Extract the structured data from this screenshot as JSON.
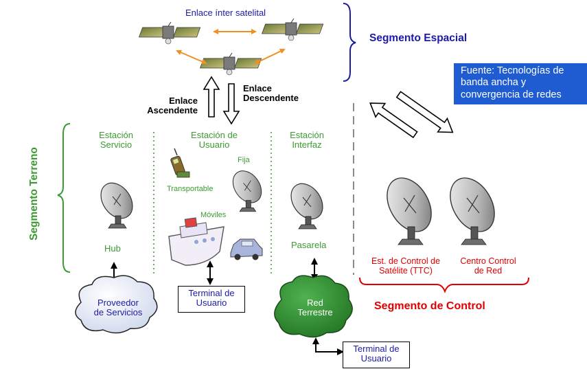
{
  "space": {
    "isl_label": "Enlace ínter satelital",
    "segment_label": "Segmento Espacial"
  },
  "source_note": [
    "Fuente: Tecnologías de",
    "banda ancha y",
    "convergencia de redes"
  ],
  "links": {
    "uplink": [
      "Enlace",
      "Ascendente"
    ],
    "downlink": [
      "Enlace",
      "Descendente"
    ]
  },
  "ground": {
    "segment_label": "Segmento Terreno",
    "service_station": [
      "Estación",
      "Servicio"
    ],
    "user_station": [
      "Estación de",
      "Usuario"
    ],
    "interface_station": [
      "Estación",
      "Interfaz"
    ],
    "fixed": "Fija",
    "transportable": "Transportable",
    "mobile": "Móviles",
    "hub": "Hub",
    "gateway": "Pasarela",
    "provider_cloud": [
      "Proveedor",
      "de Servicios"
    ],
    "user_terminal": [
      "Terminal de",
      "Usuario"
    ],
    "terrestrial_cloud": [
      "Red",
      "Terrestre"
    ],
    "user_terminal_2": [
      "Terminal de",
      "Usuario"
    ]
  },
  "control": {
    "ttc": [
      "Est. de Control de",
      "Satélite (TTC)"
    ],
    "ncc": [
      "Centro Control",
      "de Red"
    ],
    "segment_label": "Segmento de Control"
  },
  "colors": {
    "space_blue": "#1c1aa6",
    "ground_green": "#3b9a32",
    "control_red": "#e00000",
    "isl_arrows": "#f0901e",
    "source_box": "#1f5bd1",
    "terrestrial_cloud": "#2e8b2e"
  }
}
